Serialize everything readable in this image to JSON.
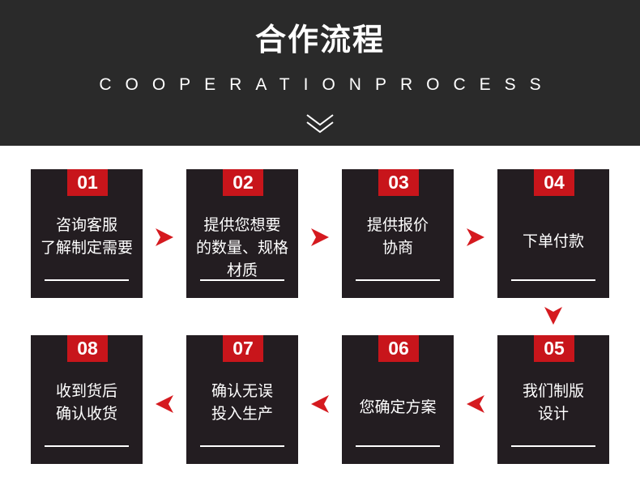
{
  "header": {
    "title": "合作流程",
    "subtitle": "COOPERATIONPROCESS"
  },
  "steps": [
    {
      "number": "01",
      "line1": "咨询客服",
      "line2": "了解制定需要",
      "line3": ""
    },
    {
      "number": "02",
      "line1": "提供您想要",
      "line2": "的数量、规格",
      "line3": "材质"
    },
    {
      "number": "03",
      "line1": "提供报价",
      "line2": "协商",
      "line3": ""
    },
    {
      "number": "04",
      "line1": "下单付款",
      "line2": "",
      "line3": ""
    },
    {
      "number": "05",
      "line1": "我们制版",
      "line2": "设计",
      "line3": ""
    },
    {
      "number": "06",
      "line1": "您确定方案",
      "line2": "",
      "line3": ""
    },
    {
      "number": "07",
      "line1": "确认无误",
      "line2": "投入生产",
      "line3": ""
    },
    {
      "number": "08",
      "line1": "收到货后",
      "line2": "确认收货",
      "line3": ""
    }
  ],
  "colors": {
    "header_bg": "#2a2a2a",
    "card_bg": "#231d21",
    "accent_red": "#c8151b",
    "arrow_red": "#d51a1f"
  },
  "icons": {
    "header": "double-chevron-down-icon",
    "flow_right": "arrow-right-icon",
    "flow_down": "arrow-down-icon",
    "flow_left": "arrow-left-icon"
  }
}
